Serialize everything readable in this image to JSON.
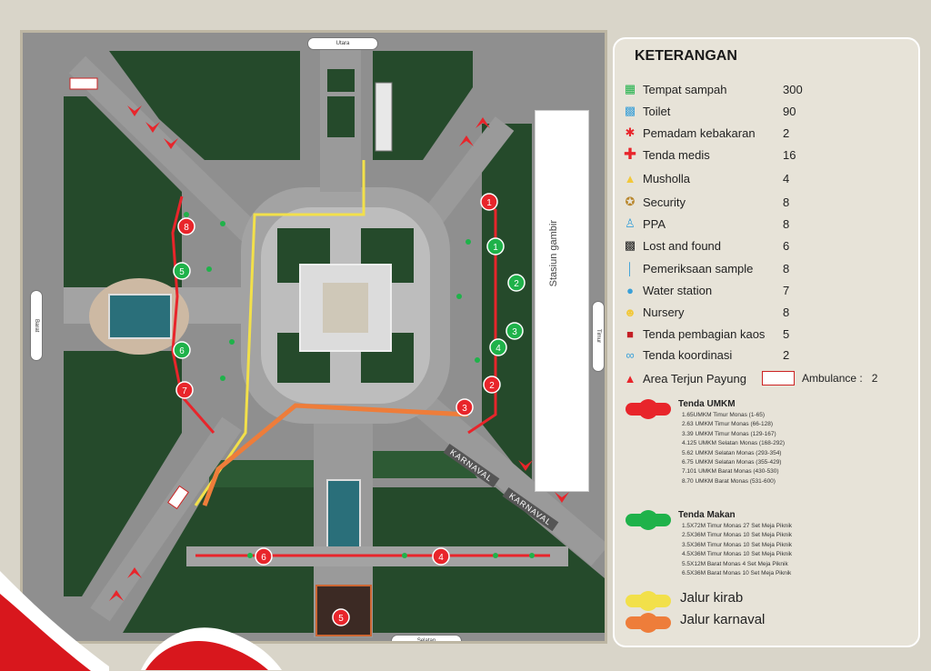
{
  "map": {
    "compass_north": "Utara",
    "compass_south": "Selatan",
    "compass_west": "Barat",
    "compass_east": "Timur",
    "station_label": "Stasiun gambir",
    "karnaval_label_1": "KARNAVAL",
    "karnaval_label_2": "KARNAVAL",
    "umkm_markers": [
      "1",
      "2",
      "3",
      "4",
      "5",
      "6",
      "7",
      "8"
    ],
    "makan_markers": [
      "1",
      "2",
      "3",
      "4",
      "5",
      "6"
    ]
  },
  "legend": {
    "title": "KETERANGAN",
    "items": [
      {
        "icon": "trash-bin-icon",
        "label": "Tempat sampah",
        "count": "300"
      },
      {
        "icon": "toilet-icon",
        "label": "Toilet",
        "count": "90"
      },
      {
        "icon": "fire-extinguisher-icon",
        "label": "Pemadam kebakaran",
        "count": "2"
      },
      {
        "icon": "medical-cross-icon",
        "label": "Tenda medis",
        "count": "16"
      },
      {
        "icon": "mosque-icon",
        "label": "Musholla",
        "count": "4"
      },
      {
        "icon": "security-badge-icon",
        "label": "Security",
        "count": "8"
      },
      {
        "icon": "person-icon",
        "label": "PPA",
        "count": "8"
      },
      {
        "icon": "briefcase-icon",
        "label": "Lost and found",
        "count": "6"
      },
      {
        "icon": "test-tube-icon",
        "label": "Pemeriksaan sample",
        "count": "8"
      },
      {
        "icon": "water-drop-icon",
        "label": "Water station",
        "count": "7"
      },
      {
        "icon": "baby-icon",
        "label": "Nursery",
        "count": "8"
      },
      {
        "icon": "tshirt-icon",
        "label": "Tenda pembagian kaos",
        "count": "5"
      },
      {
        "icon": "link-icon",
        "label": "Tenda koordinasi",
        "count": "2"
      }
    ],
    "parachute_label": "Area Terjun Payung",
    "ambulance_label": "Ambulance :",
    "ambulance_count": "2",
    "umkm_title": "Tenda UMKM",
    "umkm_list": [
      "1.65UMKM Timur Monas (1-65)",
      "2.63 UMKM Timur Monas (66-128)",
      "3.39 UMKM Timur Monas (129-167)",
      "4.125 UMKM Selatan Monas (168-292)",
      "5.62 UMKM Selatan Monas (293-354)",
      "6.75 UMKM Selatan Monas (355-429)",
      "7.101 UMKM Barat Monas (430-530)",
      "8.70 UMKM Barat Monas (531-600)"
    ],
    "makan_title": "Tenda Makan",
    "makan_list": [
      "1.5X72M Timur Monas 27 Set Meja Piknik",
      "2.5X36M Timur Monas 10 Set Meja Piknik",
      "3.5X36M Timur Monas 10 Set Meja Piknik",
      "4.5X36M Timur Monas 10 Set Meja Piknik",
      "5.5X12M Barat Monas 4 Set Meja Piknik",
      "6.5X36M Barat Monas 10 Set Meja Piknik"
    ],
    "kirab_label": "Jalur kirab",
    "karnaval_route_label": "Jalur karnaval",
    "colors": {
      "umkm": "#e8252b",
      "makan": "#1fb24a",
      "kirab": "#f2e04a",
      "karnaval": "#ee7d3a",
      "grass": "#254a2b",
      "road": "#8f8f8f"
    }
  }
}
